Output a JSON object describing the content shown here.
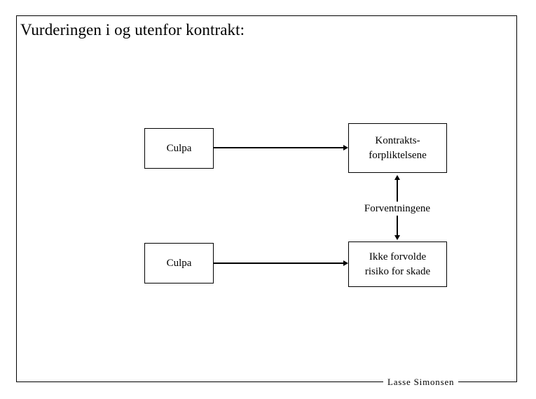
{
  "slide": {
    "title": "Vurderingen i og utenfor kontrakt:",
    "footer_signature": "Lasse Simonsen",
    "border_color": "#000000",
    "background_color": "#ffffff",
    "text_color": "#000000"
  },
  "diagram": {
    "nodes": [
      {
        "id": "culpa-top",
        "label": "Culpa"
      },
      {
        "id": "kontrakt",
        "line1": "Kontrakts-",
        "line2": "forpliktelsene"
      },
      {
        "id": "culpa-bottom",
        "label": "Culpa"
      },
      {
        "id": "ikke-forvolde",
        "line1": "Ikke forvolde",
        "line2": "risiko for skade"
      }
    ],
    "edge_label": "Forventningene"
  }
}
